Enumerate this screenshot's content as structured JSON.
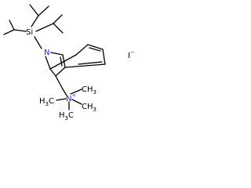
{
  "structure": {
    "atoms": {
      "silicon": "Si",
      "indole_nitrogen": "N",
      "ammonium_nitrogen": "N",
      "ammonium_charge": "+",
      "h3c_left": "H",
      "h3c_left_sub": "3",
      "h3c_left_c": "C",
      "h3c_bottom": "H",
      "h3c_bottom_sub": "3",
      "h3c_bottom_c": "C",
      "ch3_top": "CH",
      "ch3_top_sub": "3",
      "ch3_right": "CH",
      "ch3_right_sub": "3"
    },
    "counterion": {
      "symbol": "I",
      "charge": "−"
    }
  },
  "colors": {
    "bond": "#000000",
    "nitrogen": "#1a1aff",
    "text": "#000000"
  }
}
